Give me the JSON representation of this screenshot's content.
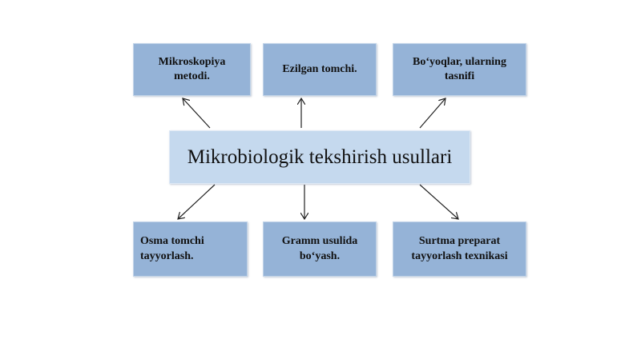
{
  "center": {
    "label": "Mikrobiologik tekshirish usullari"
  },
  "top_row": [
    {
      "label": "Mikroskopiya\nmetodi."
    },
    {
      "label": "Ezilgan tomchi."
    },
    {
      "label": "Bo‘yoqlar, ularning\ntasnifi"
    }
  ],
  "bottom_row": [
    {
      "label": "Osma tomchi\ntayyorlash."
    },
    {
      "label": "Gramm usulida\nbo‘yash."
    },
    {
      "label": "Surtma preparat\ntayyorlash texnikasi"
    }
  ],
  "colors": {
    "box_fill": "#95b3d7",
    "center_fill": "#c5d9ee",
    "arrow": "#222222"
  }
}
